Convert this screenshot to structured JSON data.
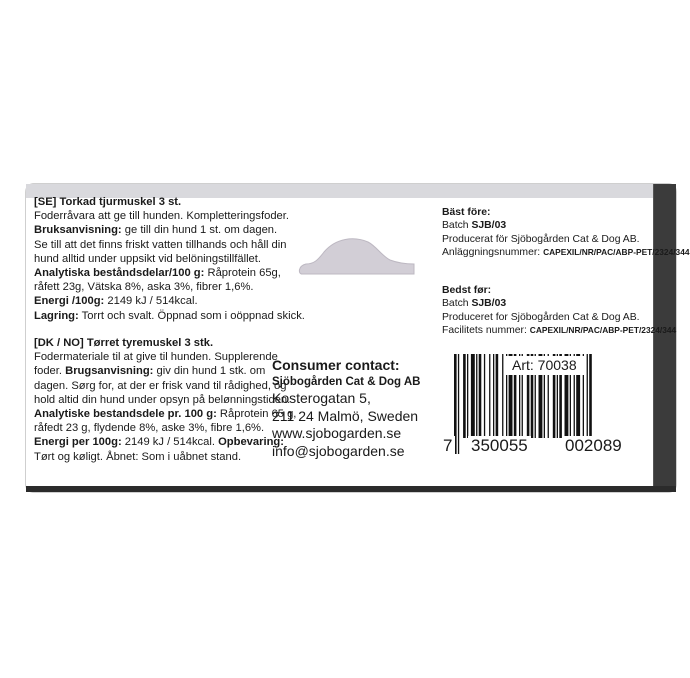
{
  "se": {
    "title": "[SE]  Torkad tjurmuskel 3 st.",
    "lines": [
      "Foderråvara att ge  till hunden. Kompletteringsfoder.",
      "Se till att det finns friskt vatten tillhands och håll din",
      "hund alltid under uppsikt vid belöningstillfället."
    ],
    "usage_label": "Bruksanvisning:",
    "usage_text": " ge till din hund 1 st. om dagen.",
    "analysis_label": "Analytiska beståndsdelar/100 g:",
    "analysis_text": " Råprotein 65g,",
    "analysis_cont": "råfett 23g,  Vätska 8%, aska 3%, fibrer 1,6%.",
    "energy_label": "Energi /100g:",
    "energy_text": "  2149 kJ  / 514kcal.",
    "storage_label": "Lagring:",
    "storage_text": " Torrt och svalt. Öppnad som i oöppnad skick."
  },
  "dk": {
    "title": "[DK / NO]  Tørret tyremuskel 3 stk.",
    "line1": "Fodermateriale til at give til hunden. Supplerende",
    "line2_pre": "foder. ",
    "usage_label": "Brugsanvisning:",
    "usage_text": " giv din hund 1 stk. om",
    "line3": "dagen.  Sørg for, at der er frisk vand til rådighed, og",
    "line4": "hold altid din hund under opsyn på belønningstiden.",
    "analysis_label": "Analytiske bestandsdele pr. 100 g:",
    "analysis_text": " Råprotein 65 g,",
    "analysis_cont": "råfedt 23 g, flydende 8%, aske 3%, fibre 1,6%.",
    "energy_label": "Energi per 100g:",
    "energy_text": " 2149 kJ / 514kcal. ",
    "storage_label": "Opbevaring:",
    "storage_text": "Tørt og køligt. Åbnet: Som i uåbnet stand."
  },
  "contact": {
    "title": "Consumer contact:",
    "company": "Sjöbogården Cat & Dog AB",
    "street": "Kosterogatan 5,",
    "city": "211 24 Malmö, Sweden",
    "web": "www.sjobogarden.se",
    "email": "info@sjobogarden.se"
  },
  "best_se": {
    "heading": "Bäst före:",
    "batch_label": "Batch ",
    "batch": "SJB/03",
    "producer": "Producerat för Sjöbogården Cat & Dog AB.",
    "facility_label": "Anläggningsnummer: ",
    "facility": "CAPEXIL/NR/PAC/ABP-PET/2324/344"
  },
  "best_dk": {
    "heading": "Bedst før:",
    "batch_label": "Batch ",
    "batch": "SJB/03",
    "producer": "Produceret for Sjöbogården Cat & Dog AB.",
    "facility_label": "Facilitets nummer: ",
    "facility": "CAPEXIL/NR/PAC/ABP-PET/2324/344"
  },
  "barcode": {
    "article": "Art: 70038",
    "digit_lead": "7",
    "digits_left": "350055",
    "digits_right": "002089"
  },
  "colors": {
    "background": "#ffffff",
    "text": "#1a1a1a",
    "tab": "#d2ced6"
  }
}
